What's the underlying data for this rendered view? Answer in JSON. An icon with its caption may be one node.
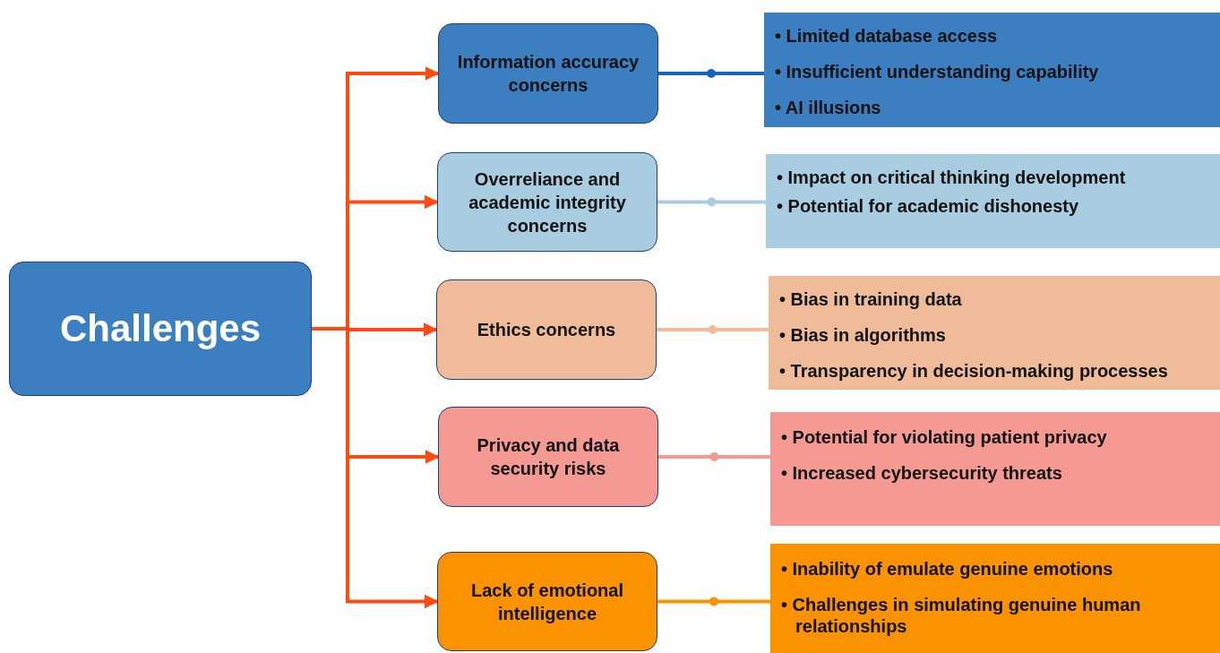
{
  "diagram": {
    "nodes": [
      {
        "text": [
          "Challenges"
        ]
      },
      {
        "text": [
          "Information accuracy concerns"
        ]
      },
      {
        "text": [
          "Overreliance and academic integrity concerns"
        ]
      },
      {
        "text": [
          "Ethics concerns"
        ]
      },
      {
        "text": [
          "Privacy and data security risks"
        ]
      },
      {
        "text": [
          "Lack of emotional intelligence"
        ]
      },
      {
        "text": [
          "• Limited database access",
          "• Insufficient understanding capability",
          "• AI illusions"
        ]
      },
      {
        "text": [
          "• Impact on critical thinking development",
          "• Potential for academic dishonesty"
        ]
      },
      {
        "text": [
          "• Bias in training data",
          "• Bias in algorithms",
          "• Transparency in decision-making processes"
        ]
      },
      {
        "text": [
          "• Potential for violating patient privacy",
          "• Increased cybersecurity threats"
        ]
      },
      {
        "text": [
          "• Inability of emulate genuine emotions",
          "• Challenges in simulating genuine human relationships"
        ]
      }
    ],
    "edges": [
      {
        "from": 0,
        "to": 1,
        "arrow": "to"
      },
      {
        "from": 0,
        "to": 2,
        "arrow": "to"
      },
      {
        "from": 0,
        "to": 3,
        "arrow": "to"
      },
      {
        "from": 0,
        "to": 4,
        "arrow": "to"
      },
      {
        "from": 0,
        "to": 5,
        "arrow": "to"
      },
      {
        "from": 1,
        "to": 6,
        "arrow": "none",
        "color": "#1565c0"
      },
      {
        "from": 2,
        "to": 7,
        "arrow": "none",
        "color": "#a9cde0"
      },
      {
        "from": 3,
        "to": 8,
        "arrow": "none",
        "color": "#f0bb98"
      },
      {
        "from": 4,
        "to": 9,
        "arrow": "none",
        "color": "#f49a92"
      },
      {
        "from": 5,
        "to": 10,
        "arrow": "none",
        "color": "#fb9200"
      }
    ]
  }
}
